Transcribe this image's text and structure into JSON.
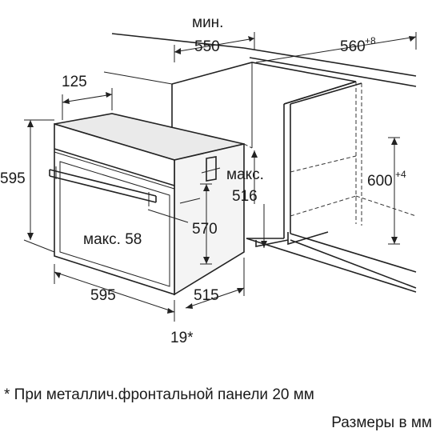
{
  "dimensions": {
    "niche_depth_label_top": "мин.",
    "niche_depth_value": "550",
    "niche_width_value": "560",
    "niche_width_tolerance": "+8",
    "panel_depth": "125",
    "oven_height": "595",
    "niche_height_value": "600",
    "niche_height_tolerance": "+4",
    "max_depth_label": "макс.",
    "max_depth_value": "516",
    "oven_inner_height": "570",
    "max_handle_label": "макс. 58",
    "oven_width": "595",
    "oven_depth": "515",
    "front_panel_offset": "19*"
  },
  "notes": {
    "footnote": "* При металлич.фронтальной панели 20 мм",
    "units": "Размеры в мм"
  }
}
